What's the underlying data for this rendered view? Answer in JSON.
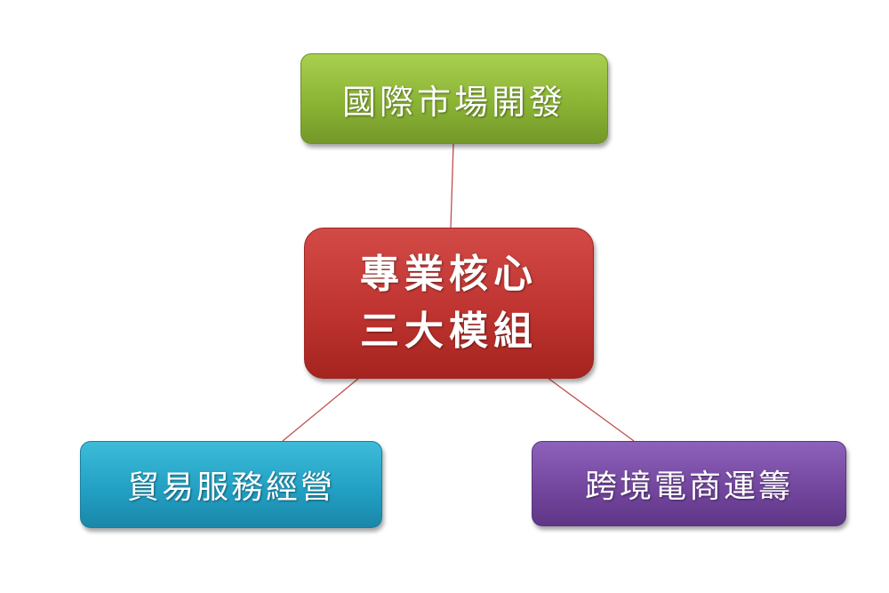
{
  "diagram": {
    "top": {
      "label": "國際市場開發"
    },
    "center": {
      "line1": "專業核心",
      "line2": "三大模組"
    },
    "left": {
      "label": "貿易服務經營"
    },
    "right": {
      "label": "跨境電商運籌"
    }
  },
  "colors": {
    "top": "#8bb434",
    "center": "#bf3430",
    "left": "#22a1c4",
    "right": "#74479f",
    "connector": "#c0504d"
  }
}
